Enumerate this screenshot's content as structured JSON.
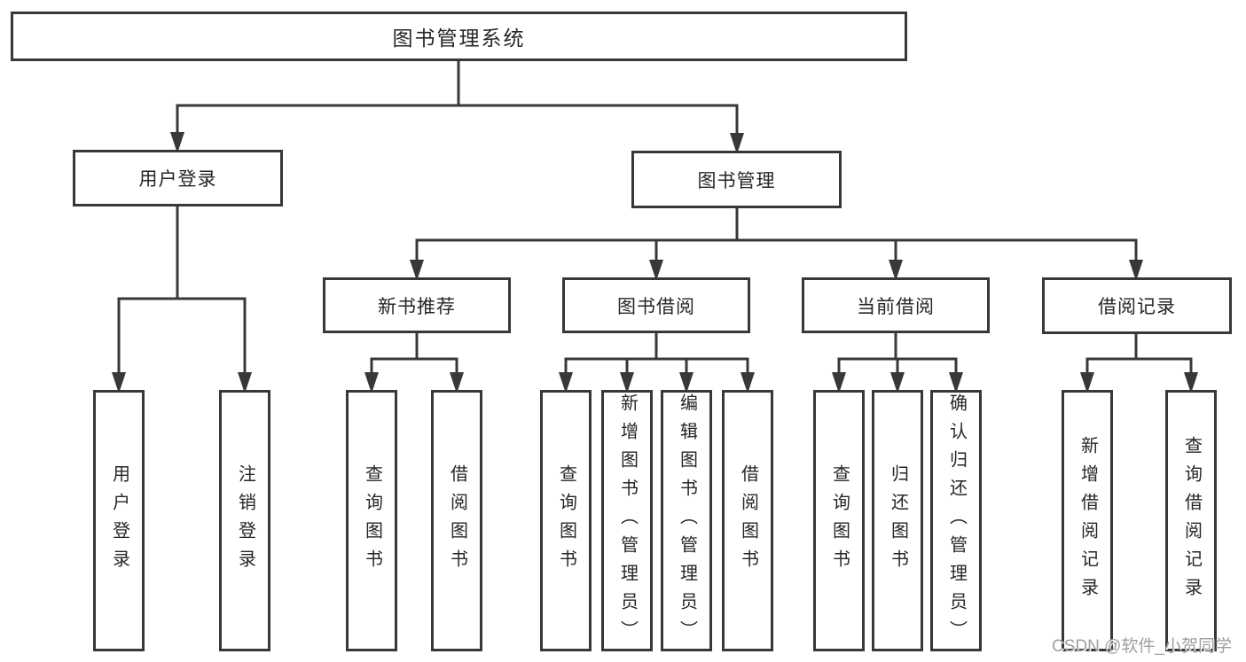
{
  "title": "图书管理系统",
  "watermark": "CSDN @软件_小贺同学",
  "colors": {
    "line": "#383838",
    "box_border": "#383838",
    "box_background": "#ffffff",
    "text": "#262626",
    "watermark_text": "#9f9f9f",
    "page_background": "#ffffff"
  },
  "nodes": {
    "root": {
      "label": "图书管理系统"
    },
    "level1": [
      {
        "label": "用户登录"
      },
      {
        "label": "图书管理"
      }
    ],
    "level2": [
      {
        "label": "新书推荐",
        "parent": "图书管理"
      },
      {
        "label": "图书借阅",
        "parent": "图书管理"
      },
      {
        "label": "当前借阅",
        "parent": "图书管理"
      },
      {
        "label": "借阅记录",
        "parent": "图书管理"
      }
    ],
    "leaves": [
      {
        "label": "用户登录",
        "parent": "用户登录"
      },
      {
        "label": "注销登录",
        "parent": "用户登录"
      },
      {
        "label": "查询图书",
        "parent": "新书推荐"
      },
      {
        "label": "借阅图书",
        "parent": "新书推荐"
      },
      {
        "label": "查询图书",
        "parent": "图书借阅"
      },
      {
        "label": "新增图书（管理员）",
        "parent": "图书借阅"
      },
      {
        "label": "编辑图书（管理员）",
        "parent": "图书借阅"
      },
      {
        "label": "借阅图书",
        "parent": "图书借阅"
      },
      {
        "label": "查询图书",
        "parent": "当前借阅"
      },
      {
        "label": "归还图书",
        "parent": "当前借阅"
      },
      {
        "label": "确认归还（管理员）",
        "parent": "当前借阅"
      },
      {
        "label": "新增借阅记录",
        "parent": "借阅记录"
      },
      {
        "label": "查询借阅记录",
        "parent": "借阅记录"
      }
    ]
  }
}
